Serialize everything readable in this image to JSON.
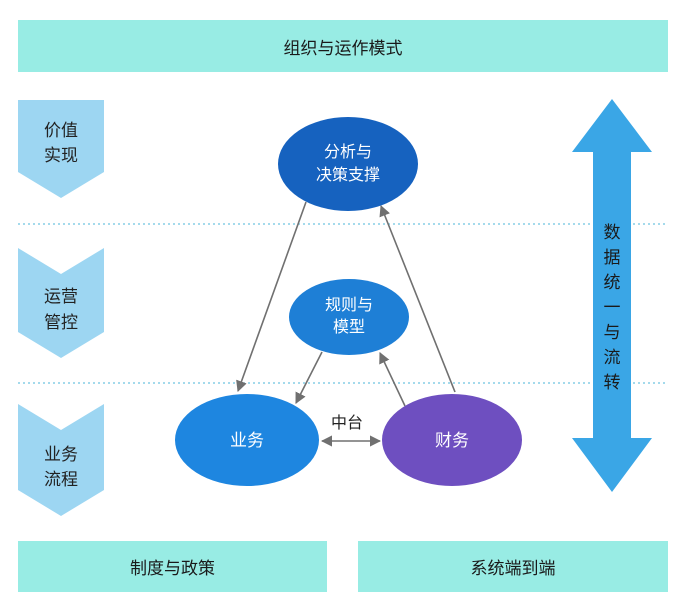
{
  "header": {
    "label": "组织与运作模式"
  },
  "footer": {
    "left_label": "制度与政策",
    "right_label": "系统端到端"
  },
  "layers": [
    {
      "line1": "价值",
      "line2": "实现"
    },
    {
      "line1": "运营",
      "line2": "管控"
    },
    {
      "line1": "业务",
      "line2": "流程"
    }
  ],
  "nodes": {
    "analysis": {
      "line1": "分析与",
      "line2": "决策支撑"
    },
    "rules": {
      "line1": "规则与",
      "line2": "模型"
    },
    "business": {
      "label": "业务"
    },
    "finance": {
      "label": "财务"
    }
  },
  "middle_platform_label": "中台",
  "side_arrow": {
    "chars": [
      "数",
      "据",
      "统",
      "一",
      "与",
      "流",
      "转"
    ]
  },
  "colors": {
    "band": "#98ECE4",
    "chevron": "#9DD6F2",
    "analysis": "#1662BF",
    "rules": "#1E7FD6",
    "business": "#1E86E0",
    "finance": "#6E4FC0",
    "side_arrow": "#3AA6E6",
    "connector": "#707070",
    "divider": "#6EC3E0"
  }
}
